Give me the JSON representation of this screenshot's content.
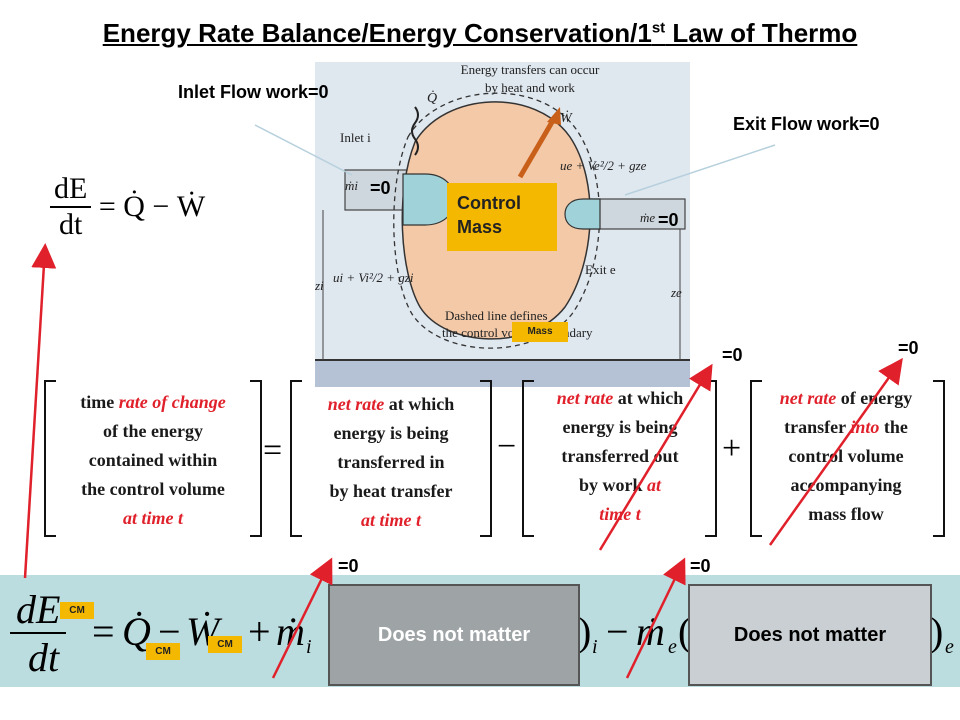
{
  "title": {
    "main": "Energy Rate Balance/Energy Conservation/1",
    "sup": "st",
    "tail": " Law of Thermo"
  },
  "labels": {
    "inlet_flow_work": "Inlet Flow work=0",
    "exit_flow_work": "Exit Flow work=0",
    "control_mass": "Control Mass",
    "mass_tag": "Mass"
  },
  "zero_marks": [
    "=0",
    "=0",
    "=0",
    "=0",
    "=0",
    "=0"
  ],
  "figure": {
    "top_caption_1": "Energy transfers can occur",
    "top_caption_2": "by heat and work",
    "q_label": "Q̇",
    "w_label": "Ẇ",
    "inlet": "Inlet i",
    "exit": "Exit e",
    "mi": "ṁi",
    "me": "ṁe",
    "inlet_energy": "ui + Vi²/2 + gzi",
    "exit_energy": "ue + Ve²/2 + gze",
    "zi": "zi",
    "ze": "ze",
    "dashed_1": "Dashed line defines",
    "dashed_2": "the control volume boundary"
  },
  "equation_top": {
    "lhs_num": "dE",
    "lhs_den": "dt",
    "rhs": "= Q̇ − Ẇ"
  },
  "boxes": {
    "box1": {
      "red1": "rate of change",
      "pre": "time ",
      "l2": "of the energy",
      "l3": "contained within",
      "l4": "the control volume",
      "red2": "at time t"
    },
    "box2": {
      "red1": "net rate",
      "t1": " at which",
      "l2": "energy is being",
      "l3": "transferred in",
      "l4": "by heat transfer",
      "red2": "at time t"
    },
    "box3": {
      "red1": "net rate",
      "t1": " at which",
      "l2": "energy is being",
      "l3": "transferred out",
      "l4a": "by work ",
      "red_at": "at",
      "red2": "time t"
    },
    "box4": {
      "red1": "net rate",
      "t1": " of energy",
      "l2a": "transfer ",
      "red_into": "into",
      "l2b": " the",
      "l3": "control volume",
      "l4": "accompanying",
      "l5": "mass flow"
    }
  },
  "operators": {
    "eq": "=",
    "minus": "−",
    "plus": "+"
  },
  "equation_bottom": {
    "dE": "dE",
    "dt": "dt",
    "eq": "=",
    "Q": "Q̇",
    "minus": "−",
    "W": "Ẇ",
    "plus": "+",
    "mi": "ṁ",
    "i_sub": "i",
    "paren_close_i": ")",
    "i_sub2": "i",
    "minus2": "−",
    "me": "ṁ",
    "e_sub": "e",
    "paren_open": "(",
    "paren_close_e": ")",
    "e_sub2": "e"
  },
  "cm_tags": [
    "CM",
    "CM",
    "CM"
  ],
  "gray_boxes": [
    "Does not matter",
    "Does not matter"
  ],
  "colors": {
    "accent_red": "#e0202a",
    "tag_yellow": "#f5b800",
    "bottom_band": "#bcdde0",
    "mass_fill": "#f3c9a8"
  }
}
